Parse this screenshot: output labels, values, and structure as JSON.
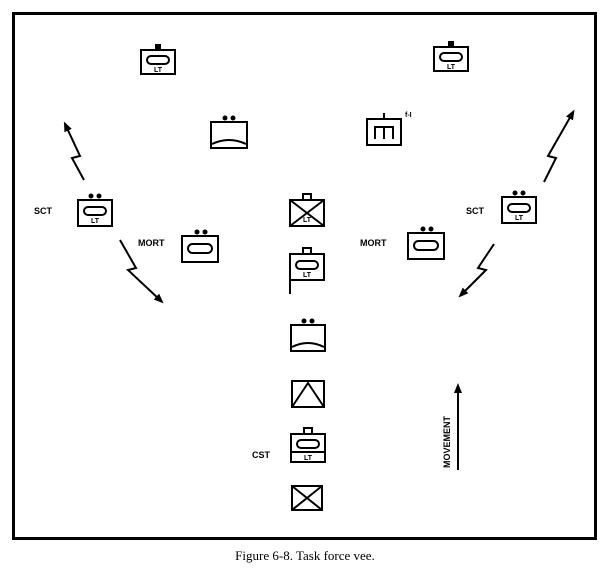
{
  "figure": {
    "caption": "Figure 6-8.  Task force vee."
  },
  "labels": {
    "sct": "SCT",
    "mort": "MORT",
    "cst": "CST",
    "movement": "MOVEMENT",
    "lt": "LT",
    "superscript": "f-I"
  },
  "symbols": [
    {
      "id": "lt-tank-left-top",
      "type": "tank-lt"
    },
    {
      "id": "lt-tank-right-top",
      "type": "tank-lt"
    },
    {
      "id": "apc-center-left",
      "type": "apc"
    },
    {
      "id": "itv-center-right",
      "type": "itv"
    },
    {
      "id": "sct-left",
      "type": "tank-lt-scout"
    },
    {
      "id": "sct-right",
      "type": "tank-lt-scout"
    },
    {
      "id": "mort-left",
      "type": "mortar"
    },
    {
      "id": "mort-right",
      "type": "mortar"
    },
    {
      "id": "col-inf-lt",
      "type": "infantry-lt"
    },
    {
      "id": "col-tank-lt",
      "type": "tank-lt-flag"
    },
    {
      "id": "col-apc",
      "type": "apc"
    },
    {
      "id": "col-engineer",
      "type": "triangle"
    },
    {
      "id": "col-cst",
      "type": "cst"
    },
    {
      "id": "col-inf-bottom",
      "type": "infantry"
    }
  ]
}
